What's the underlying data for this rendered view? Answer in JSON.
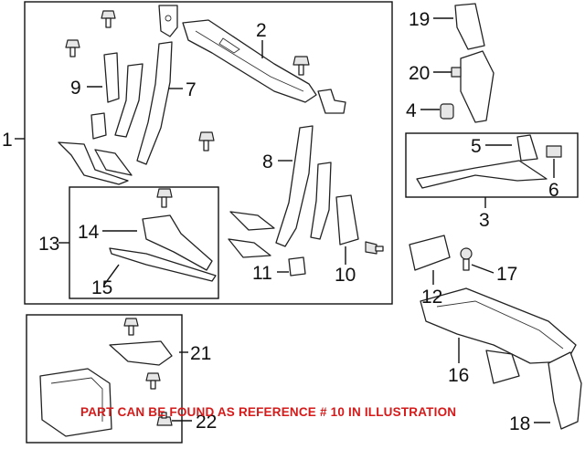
{
  "callouts": {
    "c1": "1",
    "c2": "2",
    "c3": "3",
    "c4": "4",
    "c5": "5",
    "c6": "6",
    "c7": "7",
    "c8": "8",
    "c9": "9",
    "c10": "10",
    "c11": "11",
    "c12": "12",
    "c13": "13",
    "c14": "14",
    "c15": "15",
    "c16": "16",
    "c17": "17",
    "c18": "18",
    "c19": "19",
    "c20": "20",
    "c21": "21",
    "c22": "22"
  },
  "notice": "PART CAN BE FOUND AS REFERENCE # 10 IN ILLUSTRATION",
  "colors": {
    "notice": "#d61a1a",
    "lines": "#111111"
  }
}
